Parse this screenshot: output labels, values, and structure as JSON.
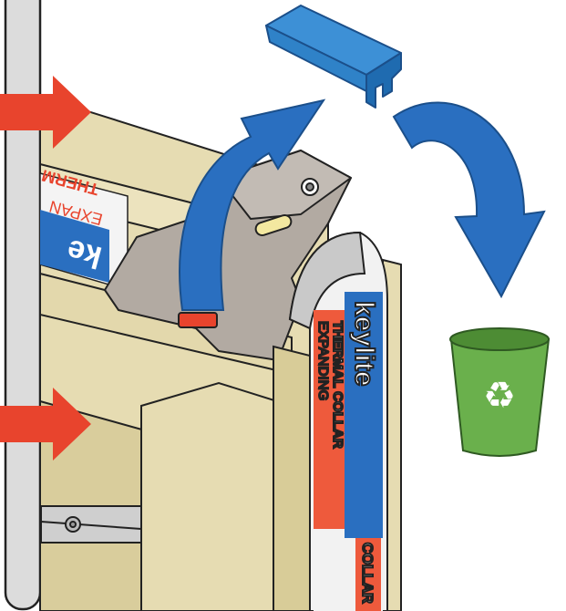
{
  "illustration": {
    "brand_text": "keylite",
    "collar_text_line1": "EXPANDING",
    "collar_text_line2": "THERMAL COLLAR",
    "collar_text_short": "COLLAR",
    "partial_text_expand": "EXPAN",
    "partial_text_thermal": "THERM",
    "recycle_symbol": "♻",
    "colors": {
      "arrow_red": "#e8442d",
      "arrow_blue": "#2a6fc0",
      "clip_blue": "#2f82c8",
      "frame_beige": "#e6dcb2",
      "bracket_grey": "#b2aaa2",
      "bin_green": "#6ab04c",
      "wall_grey": "#dcdcdc",
      "label_orange": "#ee5a3c"
    }
  }
}
